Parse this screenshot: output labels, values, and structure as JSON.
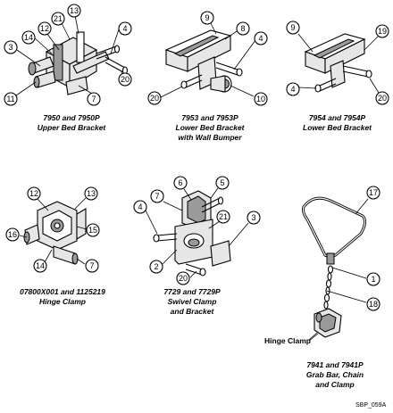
{
  "figure_code": "SBP_059A",
  "captions": {
    "upper_bed_bracket": [
      "7950 and 7950P",
      "Upper Bed Bracket"
    ],
    "lower_bed_bracket_bumper": [
      "7953 and 7953P",
      "Lower Bed Bracket",
      "with Wall Bumper"
    ],
    "lower_bed_bracket": [
      "7954 and 7954P",
      "Lower Bed Bracket"
    ],
    "hinge_clamp": [
      "07800X001 and 1125219",
      "Hinge Clamp"
    ],
    "swivel_clamp": [
      "7729 and 7729P",
      "Swivel Clamp",
      "and Bracket"
    ],
    "grab_bar": [
      "7941 and 7941P",
      "Grab Bar, Chain",
      "and Clamp"
    ]
  },
  "hinge_clamp_label": "Hinge Clamp",
  "callouts": {
    "upper": [
      "3",
      "14",
      "12",
      "21",
      "13",
      "4",
      "11",
      "7",
      "20"
    ],
    "lower_bumper": [
      "9",
      "8",
      "4",
      "20",
      "10"
    ],
    "lower": [
      "9",
      "19",
      "4",
      "20"
    ],
    "hinge": [
      "12",
      "13",
      "16",
      "15",
      "14",
      "7"
    ],
    "swivel": [
      "6",
      "5",
      "7",
      "4",
      "21",
      "3",
      "2",
      "20"
    ],
    "grab": [
      "17",
      "1",
      "18"
    ]
  }
}
